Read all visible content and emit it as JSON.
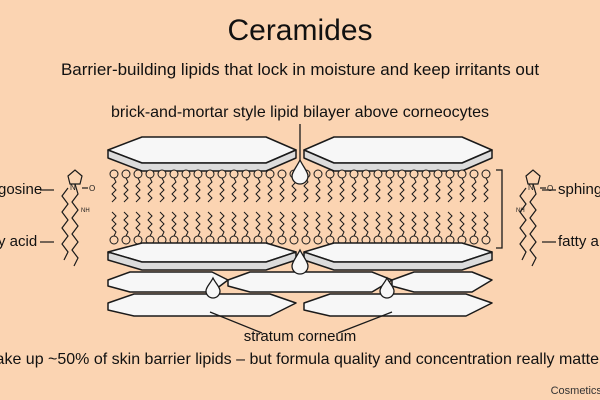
{
  "header": {
    "title": "Ceramides",
    "subtitle": "Barrier-building lipids that lock in moisture and keep irritants out"
  },
  "diagram": {
    "caption": "brick-and-mortar style lipid bilayer above corneocytes",
    "layer_label": "stratum corneum",
    "left_labels": {
      "top": "gosine",
      "bottom": "y acid"
    },
    "right_labels": {
      "top": "sphing",
      "bottom": "fatty a"
    },
    "molecule_text": {
      "n": "N",
      "o": "O",
      "nh": "NH"
    }
  },
  "footer": {
    "note": "lake up ~50% of skin barrier lipids – but formula quality and concentration really matte",
    "credit": "CosmeticsRe"
  },
  "colors": {
    "background": "#fbd4b2",
    "brick_fill": "#f7f7f7",
    "stroke": "#1a1a1a",
    "lipid_head": "#fbd4b2"
  }
}
